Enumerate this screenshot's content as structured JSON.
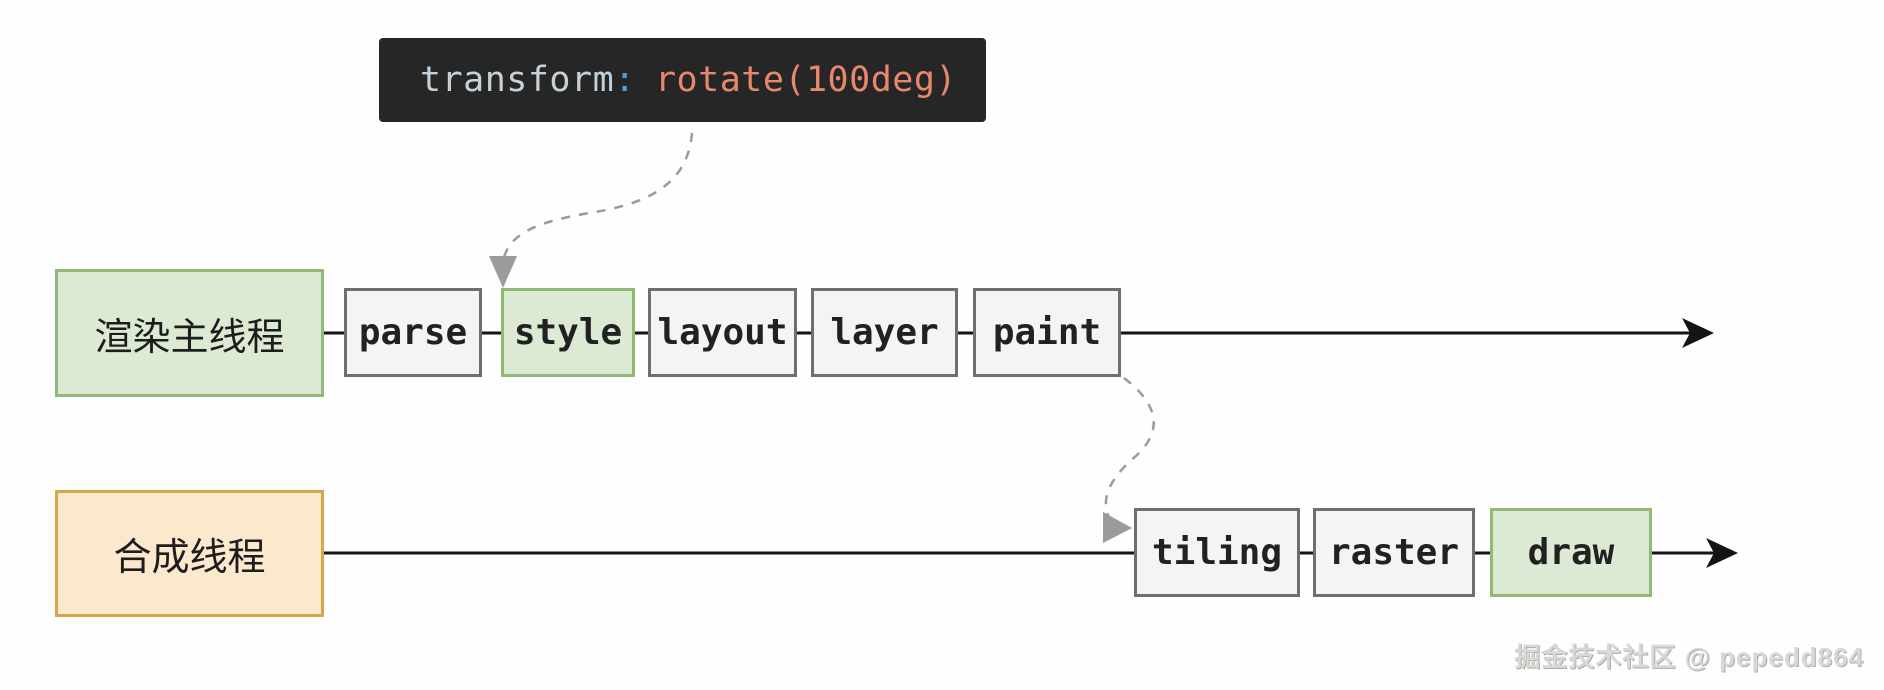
{
  "code_tooltip": {
    "property": "transform",
    "colon": ":",
    "value": "rotate(100deg)"
  },
  "rows": [
    {
      "label": "渲染主线程",
      "variant": "green",
      "stages": [
        {
          "label": "parse",
          "variant": "gray"
        },
        {
          "label": "style",
          "variant": "green"
        },
        {
          "label": "layout",
          "variant": "gray"
        },
        {
          "label": "layer",
          "variant": "gray"
        },
        {
          "label": "paint",
          "variant": "gray"
        }
      ]
    },
    {
      "label": "合成线程",
      "variant": "orange",
      "stages": [
        {
          "label": "tiling",
          "variant": "gray"
        },
        {
          "label": "raster",
          "variant": "gray"
        },
        {
          "label": "draw",
          "variant": "green"
        }
      ]
    }
  ],
  "watermark": "掘金技术社区 @ pepedd864",
  "colors": {
    "bg": "#fefefe",
    "code_bg": "#262626",
    "code_prop": "#c5d1d9",
    "code_colon": "#4d9dd8",
    "code_value": "#e8876c",
    "green_fill": "#dcead4",
    "green_border": "#92b877",
    "gray_fill": "#f4f4f4",
    "gray_border": "#6f6f6f",
    "orange_fill": "#fbe8cd",
    "orange_border": "#d2a849",
    "timeline": "#141414",
    "dashed_arrow": "#9b9b9b"
  }
}
